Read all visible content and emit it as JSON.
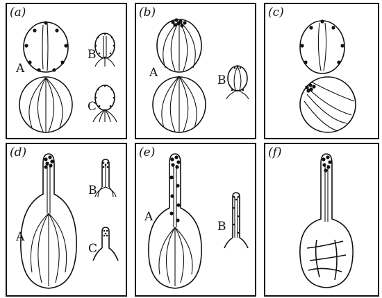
{
  "panels": [
    {
      "id": "a",
      "label": "(a)",
      "cells": [
        "A",
        "B",
        "C"
      ]
    },
    {
      "id": "b",
      "label": "(b)",
      "cells": [
        "A",
        "B"
      ]
    },
    {
      "id": "c",
      "label": "(c)",
      "cells": []
    },
    {
      "id": "d",
      "label": "(d)",
      "cells": [
        "A",
        "B",
        "C"
      ]
    },
    {
      "id": "e",
      "label": "(e)",
      "cells": [
        "A",
        "B"
      ]
    },
    {
      "id": "f",
      "label": "(f)",
      "cells": []
    }
  ]
}
